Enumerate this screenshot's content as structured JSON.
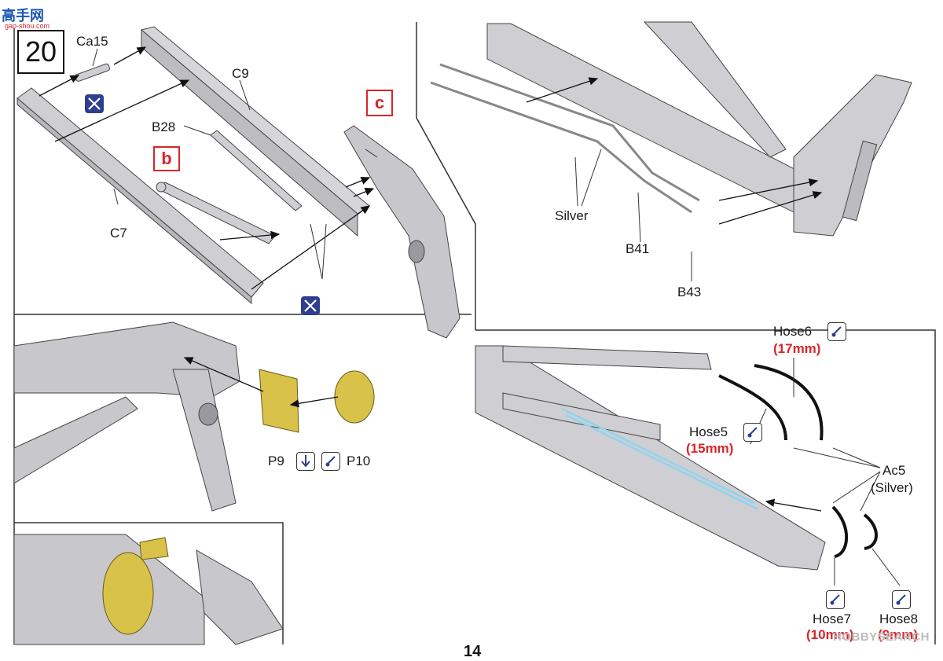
{
  "watermark": {
    "site": "高手网",
    "sub": "gao-shou.com"
  },
  "step": {
    "number": "20"
  },
  "subassemblies": {
    "b": "b",
    "c": "c"
  },
  "parts": {
    "ca15": "Ca15",
    "c9": "C9",
    "b28": "B28",
    "c7": "C7",
    "p9": "P9",
    "p10": "P10",
    "silver": "Silver",
    "b41": "B41",
    "b43": "B43",
    "hose6": "Hose6",
    "hose6_len": "(17mm)",
    "hose5": "Hose5",
    "hose5_len": "(15mm)",
    "ac5": "Ac5",
    "ac5_paint": "(Silver)",
    "hose7": "Hose7",
    "hose7_len": "(10mm)",
    "hose8": "Hose8",
    "hose8_len": "(9mm)"
  },
  "footer": {
    "page_number": "14",
    "brand": "HOBBYSEARCH"
  },
  "colors": {
    "accent_red": "#d8262b",
    "part_gray": "#c8c8cc",
    "photo_etch": "#d9c24a",
    "hose_blue": "#8fd3f0"
  },
  "icons": [
    "cement-icon",
    "glue-drop-icon",
    "press-down-icon"
  ]
}
